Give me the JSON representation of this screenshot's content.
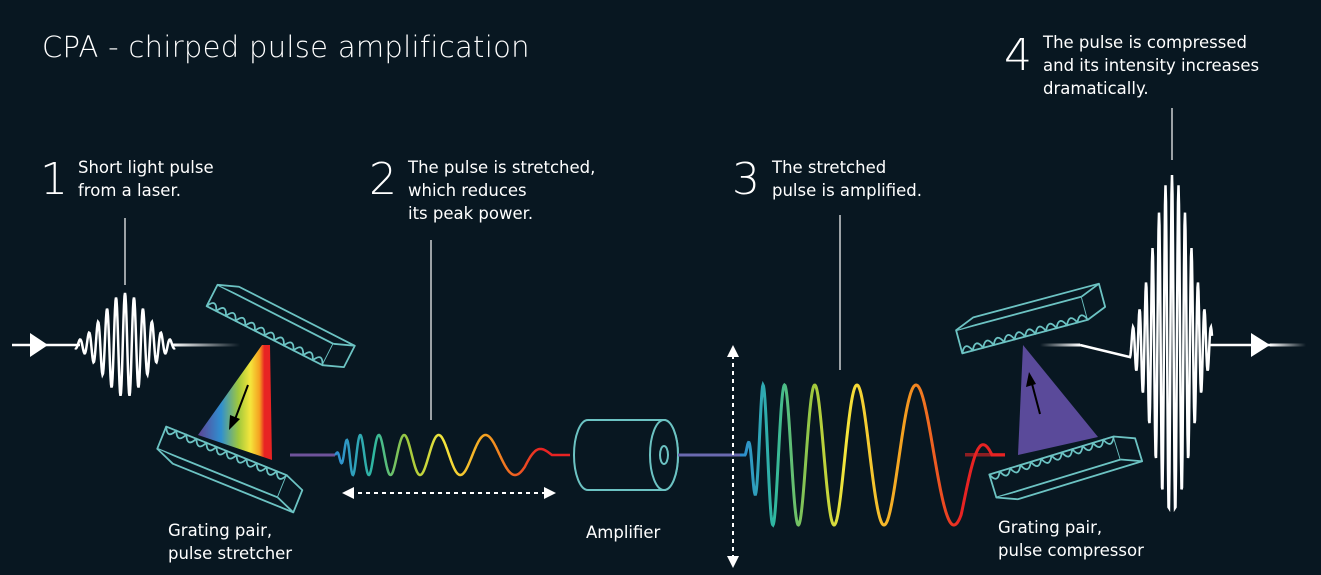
{
  "title": "CPA - chirped pulse amplification",
  "steps": [
    {
      "number": "1",
      "lines": [
        "Short light pulse",
        "from a laser."
      ]
    },
    {
      "number": "2",
      "lines": [
        "The pulse is stretched,",
        "which reduces",
        "its peak power."
      ]
    },
    {
      "number": "3",
      "lines": [
        "The stretched",
        "pulse is amplified."
      ]
    },
    {
      "number": "4",
      "lines": [
        "The pulse is compressed",
        "and its intensity increases",
        "dramatically."
      ]
    }
  ],
  "labels": {
    "stretcher": [
      "Grating pair,",
      "pulse stretcher"
    ],
    "amplifier": "Amplifier",
    "compressor": [
      "Grating pair,",
      "pulse compressor"
    ]
  },
  "colors": {
    "background": "#081721",
    "grating": "#6cc3c3",
    "pulse": "#ffffff",
    "spectrum": [
      "#5a4a9a",
      "#2f8fd0",
      "#2fb8a0",
      "#a0c83c",
      "#f5e63c",
      "#f5a020",
      "#e82323"
    ]
  }
}
